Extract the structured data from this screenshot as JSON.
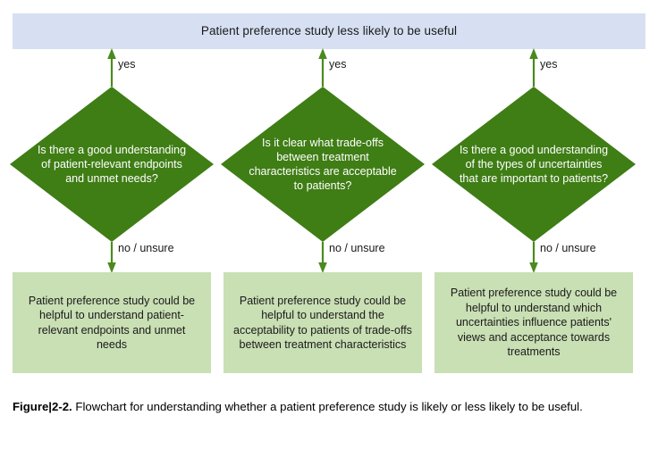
{
  "figure": {
    "banner": {
      "text": "Patient preference study less likely to be useful",
      "color": "#d6e0f2"
    },
    "colors": {
      "diamond_fill": "#3f7d15",
      "outcome_fill": "#c9dfb4",
      "arrow": "#4a8a1e",
      "banner_fill": "#d6e0f2"
    },
    "columns": [
      {
        "yes_label": "yes",
        "no_label": "no / unsure",
        "question": "Is there a good understanding of patient-relevant endpoints and unmet needs?",
        "outcome": "Patient preference study could be helpful to understand patient-relevant endpoints and unmet needs"
      },
      {
        "yes_label": "yes",
        "no_label": "no / unsure",
        "question": "Is it clear what trade-offs between treatment characteristics are acceptable to patients?",
        "outcome": "Patient preference study could be helpful to understand the acceptability to patients of trade-offs between treatment characteristics"
      },
      {
        "yes_label": "yes",
        "no_label": "no / unsure",
        "question": "Is there a good understanding of the types of uncertainties that are important to patients?",
        "outcome": "Patient preference study could be helpful to understand which uncertainties influence patients' views and acceptance towards treatments"
      }
    ],
    "caption": {
      "label": "Figure",
      "separator": "|",
      "number": "2-2.",
      "text": " Flowchart for understanding whether a patient preference study is likely or less likely to be useful."
    }
  }
}
